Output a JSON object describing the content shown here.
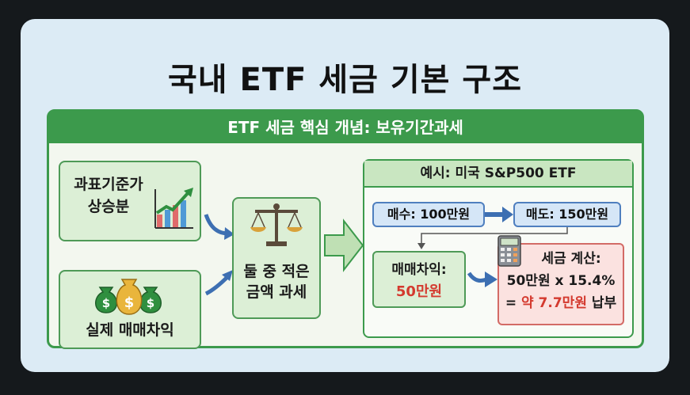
{
  "title": "국내 ETF 세금 기본 구조",
  "main_header": "ETF 세금 핵심 개념: 보유기간과세",
  "left_top_box": {
    "line1": "과표기준가",
    "line2": "상승분"
  },
  "left_bottom_box": {
    "label": "실제 매매차익"
  },
  "middle_box": {
    "line1": "둘 중 적은",
    "line2": "금액 과세"
  },
  "example": {
    "header": "예시: 미국 S&P500 ETF",
    "buy": "매수: 100만원",
    "sell": "매도: 150만원",
    "gain_label": "매매차익:",
    "gain_value": "50만원",
    "tax_line1": "세금 계산:",
    "tax_line2": "50만원 x 15.4%",
    "tax_line3_prefix": "= ",
    "tax_line3_value": "약 7.7만원",
    "tax_line3_suffix": " 납부"
  },
  "colors": {
    "green": "#3c9a4c",
    "light_green": "#dcefd6",
    "blue": "#4f7fbf",
    "light_blue": "#d5e6f7",
    "red_text": "#d43a2f",
    "card_bg": "#dcebf5"
  },
  "icons": [
    "chart-growth-icon",
    "money-bags-icon",
    "scale-icon",
    "calculator-icon"
  ]
}
